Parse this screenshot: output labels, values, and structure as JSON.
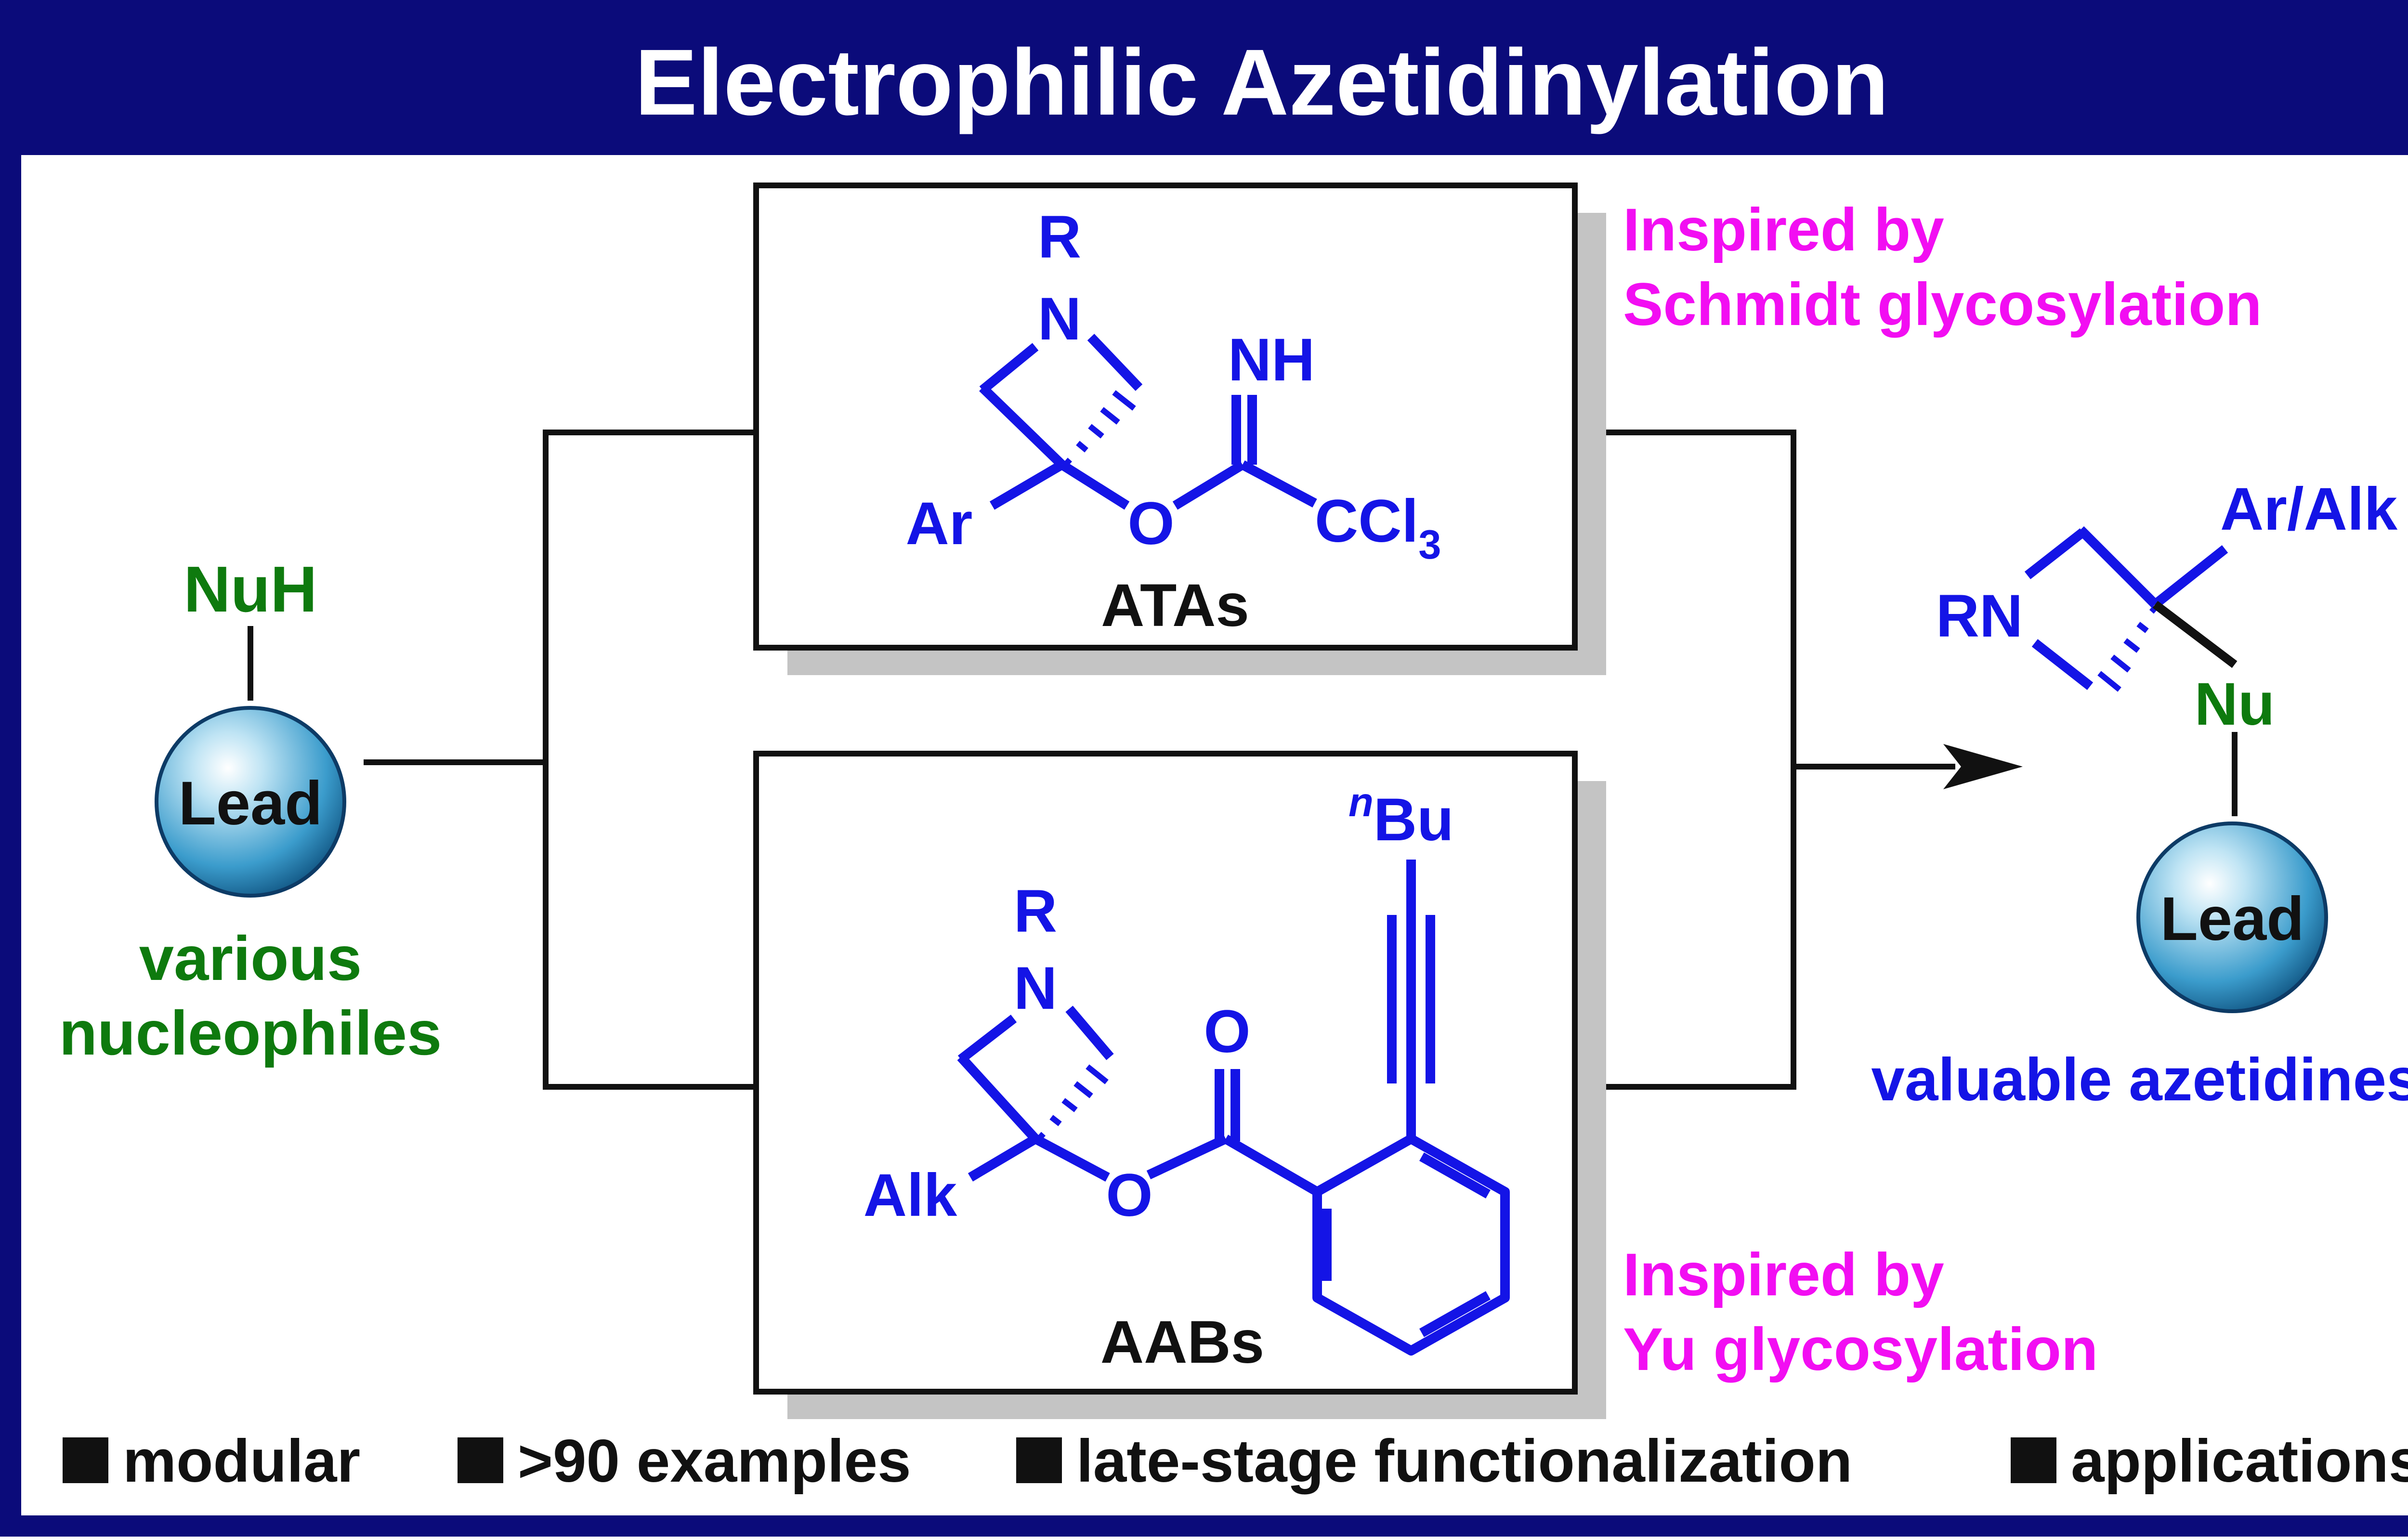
{
  "title": "Electrophilic Azetidinylation",
  "colors": {
    "frame": "#0b0b7a",
    "reagent_blue": "#1414e6",
    "nucleophile_green": "#0e7a0e",
    "inspiration_magenta": "#f20ef2"
  },
  "left": {
    "reagent_label": "NuH",
    "sphere_label": "Lead",
    "caption_line1": "various",
    "caption_line2": "nucleophiles"
  },
  "top_box": {
    "label": "ATAs",
    "atoms": {
      "r": "R",
      "n": "N",
      "nh": "NH",
      "ar": "Ar",
      "o": "O",
      "ccl": "CCl",
      "ccl_sub": "3"
    },
    "inspired_line1": "Inspired by",
    "inspired_line2": "Schmidt glycosylation"
  },
  "bottom_box": {
    "label": "AABs",
    "atoms": {
      "r": "R",
      "n": "N",
      "alk": "Alk",
      "o_ester": "O",
      "o_carbonyl": "O",
      "bu_sup": "n",
      "bu": "Bu"
    },
    "inspired_line1": "Inspired by",
    "inspired_line2": "Yu glycosylation"
  },
  "product": {
    "rn": "RN",
    "substituent": "Ar/Alk",
    "nu": "Nu",
    "sphere_label": "Lead",
    "caption": "valuable azetidines"
  },
  "features": [
    {
      "icon": "black-square-icon",
      "label": "modular"
    },
    {
      "icon": "black-square-icon",
      "label": ">90 examples"
    },
    {
      "icon": "black-square-icon",
      "label": "late-stage functionalization"
    },
    {
      "icon": "black-square-icon",
      "label": "applications"
    }
  ]
}
